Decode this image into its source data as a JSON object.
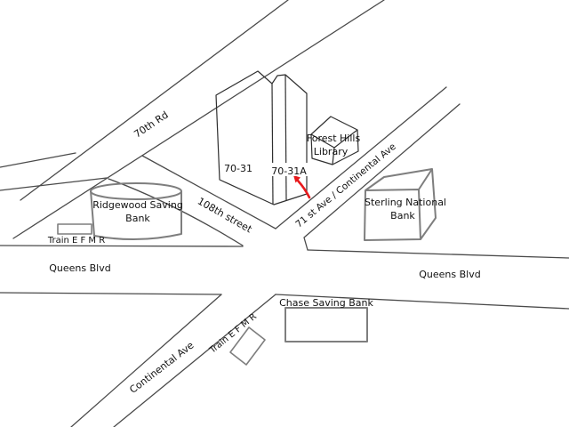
{
  "map": {
    "streets": {
      "road_70th": "70th Rd",
      "street_108th": "108th street",
      "ave_71_continental": "71 st Ave / Continental Ave",
      "queens_blvd_left": "Queens Blvd",
      "queens_blvd_right": "Queens Blvd",
      "continental_ave": "Continental Ave"
    },
    "buildings": {
      "tower_70_31": "70-31",
      "tower_70_31a": "70-31A",
      "library_line1": "Forest Hills",
      "library_line2": "Library",
      "sterling_line1": "Sterling National",
      "sterling_line2": "Bank",
      "ridgewood_line1": "Ridgewood Saving",
      "ridgewood_line2": "Bank",
      "chase": "Chase Saving Bank"
    },
    "transit": {
      "train_left": "Train E F M R",
      "train_bottom": "Train E F M R"
    },
    "colors": {
      "arrow": "#e8191c",
      "street": "#4a4a4a",
      "bank_shape": "#7e7e7e",
      "building": "#2f2f2f"
    }
  }
}
